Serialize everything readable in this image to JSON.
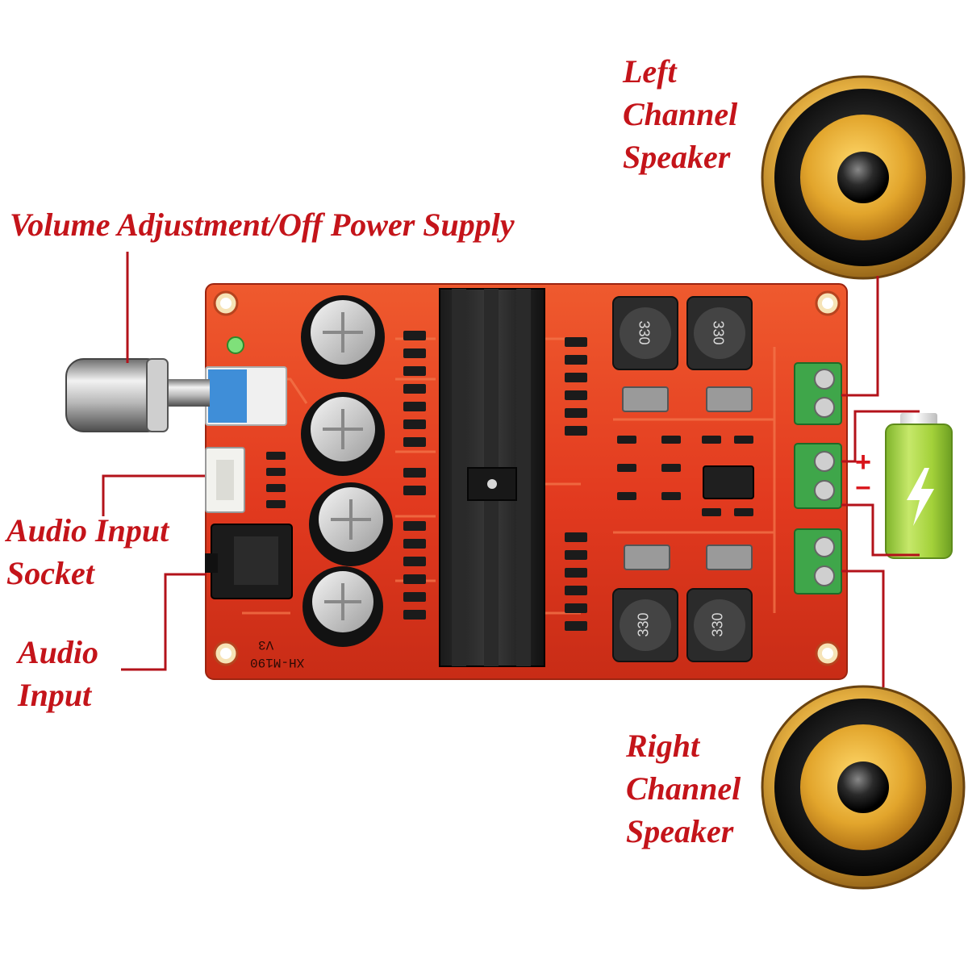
{
  "labels": {
    "volume": "Volume Adjustment/Off Power Supply",
    "audio_input_socket": [
      "Audio Input",
      "Socket"
    ],
    "audio_input": [
      "Audio",
      "Input"
    ],
    "left_speaker": [
      "Left",
      "Channel",
      "Speaker"
    ],
    "right_speaker": [
      "Right",
      "Channel",
      "Speaker"
    ]
  },
  "board": {
    "model": "XH-M190",
    "version": "V3",
    "inductor_marking": "330"
  },
  "battery": {
    "positive_sign": "+",
    "negative_sign": "–"
  },
  "colors": {
    "label_red": "#c4141a",
    "pcb_red": "#e43a22",
    "leader_line": "#b3121a",
    "speaker_gold": "#d9a23a",
    "battery_green": "#a6d23c",
    "terminal_green": "#3fa64a"
  }
}
